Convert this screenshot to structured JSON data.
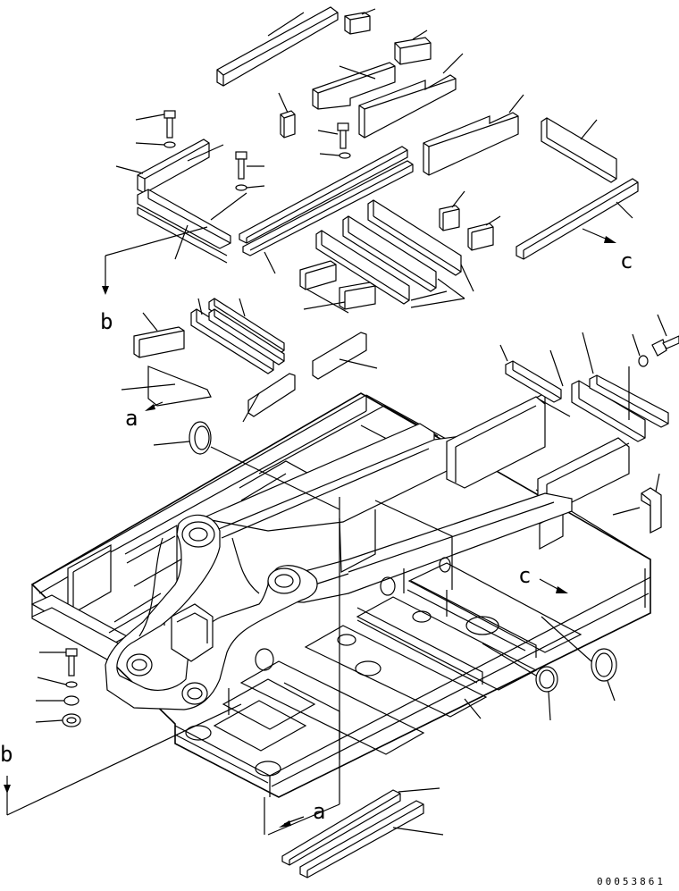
{
  "labels": {
    "a_upper": "a",
    "a_lower": "a",
    "b_upper": "b",
    "b_lower": "b",
    "c_upper": "c",
    "c_lower": "c"
  },
  "drawing_number": "00053861"
}
